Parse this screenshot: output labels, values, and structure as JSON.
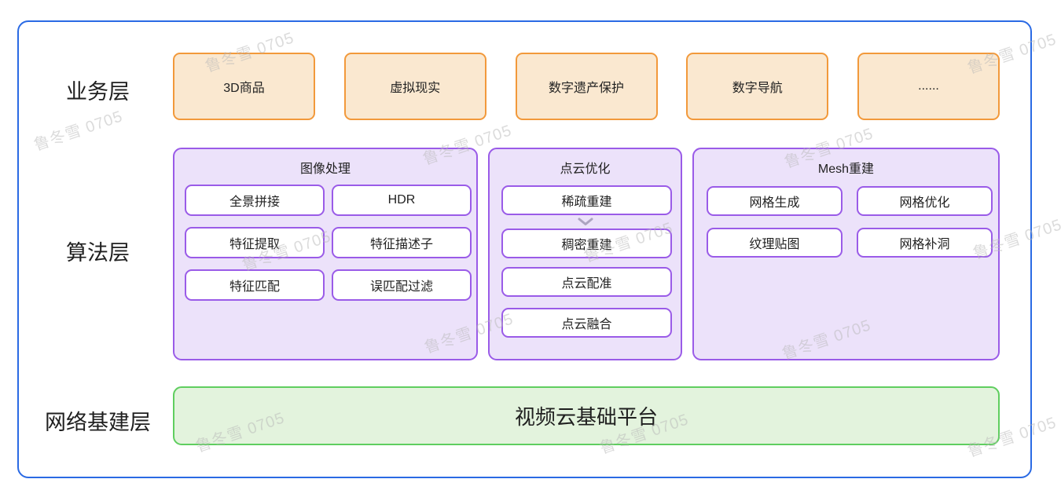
{
  "watermark": {
    "text": "鲁冬雪 0705"
  },
  "layers": {
    "business": {
      "label": "业务层",
      "items": [
        "3D商品",
        "虚拟现实",
        "数字遗产保护",
        "数字导航",
        "......"
      ]
    },
    "algorithm": {
      "label": "算法层",
      "groups": [
        {
          "title": "图像处理",
          "items": [
            "全景拼接",
            "HDR",
            "特征提取",
            "特征描述子",
            "特征匹配",
            "误匹配过滤"
          ]
        },
        {
          "title": "点云优化",
          "items": [
            "稀疏重建",
            "稠密重建",
            "点云配准",
            "点云融合"
          ],
          "arrow_between": [
            "稀疏重建",
            "稠密重建"
          ]
        },
        {
          "title": "Mesh重建",
          "items": [
            "网格生成",
            "网格优化",
            "纹理贴图",
            "网格补洞"
          ]
        }
      ]
    },
    "infrastructure": {
      "label": "网络基建层",
      "platform": "视频云基础平台"
    }
  },
  "colors": {
    "card_border": "#2a6ae4",
    "business_fill": "#fae8d0",
    "business_border": "#f2993b",
    "algorithm_fill": "#ece2fa",
    "algorithm_border": "#9a5be8",
    "infrastructure_fill": "#e3f3dd",
    "infrastructure_border": "#5fce5f",
    "text": "#1f1f1f"
  }
}
